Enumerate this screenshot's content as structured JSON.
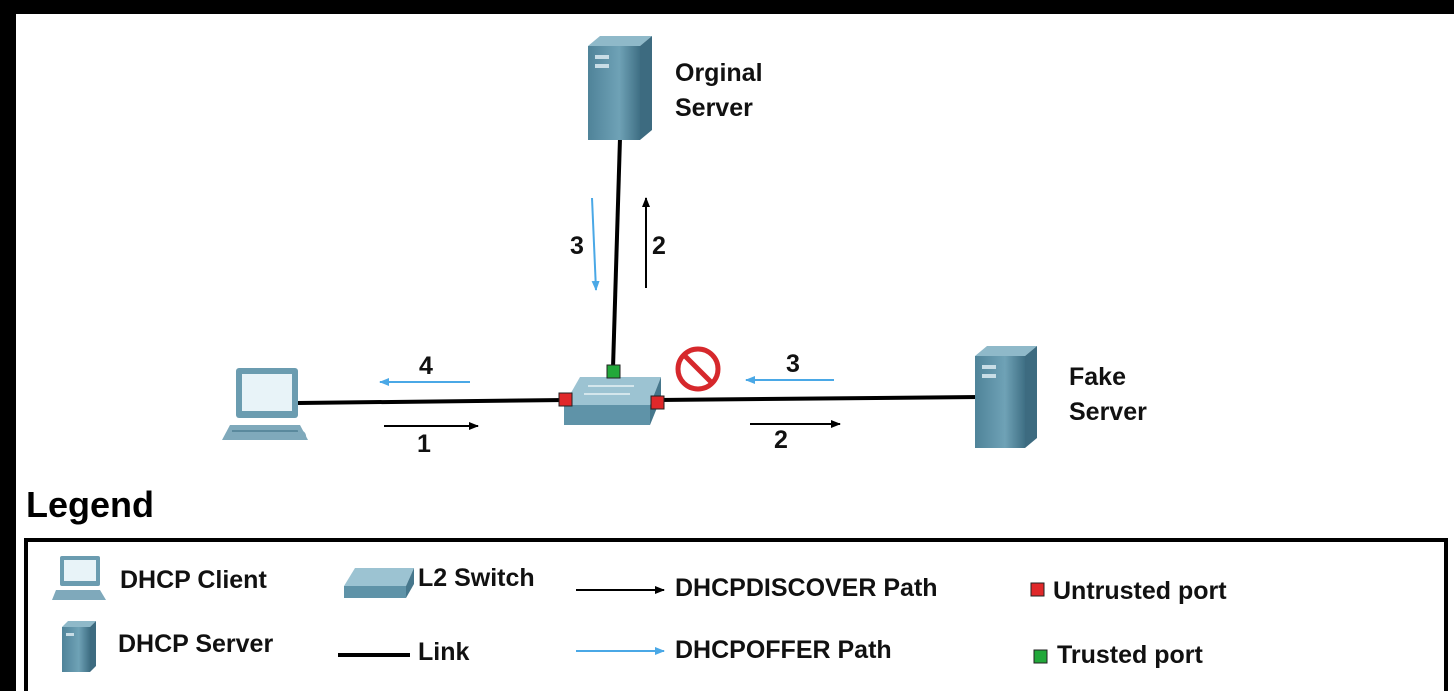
{
  "diagram": {
    "nodes": {
      "original_server": {
        "label_line1": "Orginal",
        "label_line2": "Server"
      },
      "fake_server": {
        "label_line1": "Fake",
        "label_line2": "Server"
      }
    },
    "arrows": {
      "vertical_blue_num": "3",
      "vertical_black_num": "2",
      "left_blue_num": "4",
      "left_black_num": "1",
      "right_blue_num": "3",
      "right_black_num": "2"
    }
  },
  "legend": {
    "title": "Legend",
    "dhcp_client": "DHCP Client",
    "dhcp_server": "DHCP Server",
    "l2_switch": "L2 Switch",
    "link": "Link",
    "discover_path": "DHCPDISCOVER Path",
    "offer_path": "DHCPOFFER Path",
    "untrusted_port": "Untrusted port",
    "trusted_port": "Trusted port"
  },
  "colors": {
    "offer_arrow": "#4aa8e6",
    "discover_arrow": "#000000",
    "untrusted": "#e0282a",
    "trusted": "#22a83a",
    "device": "#5f93a8"
  }
}
